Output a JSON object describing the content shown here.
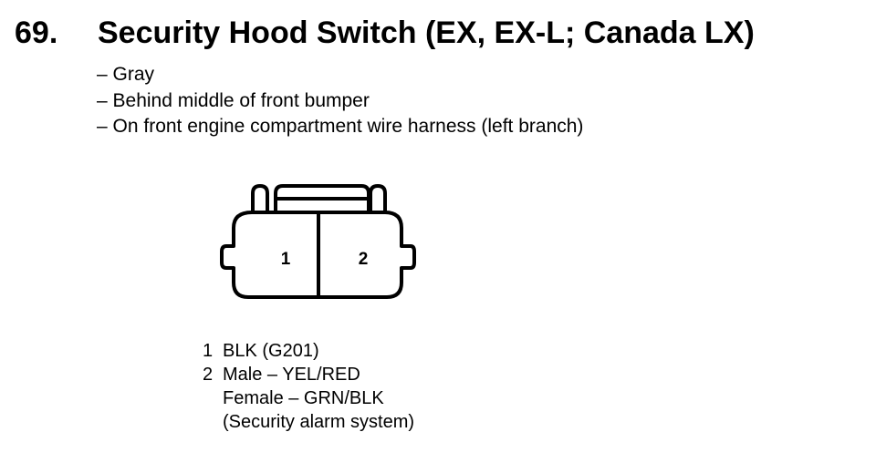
{
  "heading": {
    "number": "69.",
    "title": "Security Hood Switch (EX, EX-L; Canada LX)"
  },
  "details": [
    "– Gray",
    "– Behind middle of front bumper",
    "– On front engine compartment wire harness (left branch)"
  ],
  "connector": {
    "cavities": [
      "1",
      "2"
    ]
  },
  "pins": [
    {
      "number": "1",
      "lines": [
        "BLK (G201)"
      ]
    },
    {
      "number": "2",
      "lines": [
        "Male – YEL/RED",
        "Female – GRN/BLK",
        "(Security alarm system)"
      ]
    }
  ]
}
